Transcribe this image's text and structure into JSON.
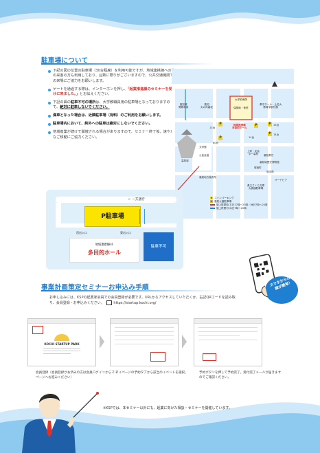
{
  "parking": {
    "heading": "駐車場について",
    "bullets": [
      {
        "text": "下記の図の位置の駐車場（30台程度）を利用可能ですが、地域連携棟への他の来客の方も利用しており、台数に限りがございますので、公共交通機関での来場にご協力をお願いします。"
      },
      {
        "pre": "ゲートを通過する際は、インターホンを押し、",
        "red": "「起業推進課のセミナーを受けに来ました。」",
        "post": "とお伝えください。"
      },
      {
        "pre": "下記の図の",
        "bold1": "駐車不可の場所",
        "mid": "は、大学教職員用の駐車場となっておりますので、",
        "bold2": "絶対に駐車しないでください。"
      },
      {
        "bold": "満車となった場合は、近隣駐車場（有料）のご利用をお願いします。"
      },
      {
        "bold": "駐車場内において、終外への駐車は絶対にしないでください。"
      },
      {
        "text": "地域産業が続けて開催される場合がありますので、セミナー終了後、速やかなご移動にご協力ください。"
      }
    ]
  },
  "map": {
    "river_label": "江ノ口川",
    "labels": {
      "a": "高知城\n警察本部",
      "b": "高知\n丸の内高校",
      "c": "大学前病院",
      "d": "保険局・食堂",
      "e": "県庁ホール・土佐大\n教育学部付属",
      "f": "地域連携棟\n多目的ホール",
      "g": "文学館",
      "h": "上町・北会\n中一高校",
      "i": "高知城",
      "j": "高知地方裁判所",
      "k": "高知城歴史博物館",
      "l": "追手前",
      "m": "オーテピア",
      "n": "県立さくら文庫\n大橋通駐車場",
      "o": "公民会館",
      "p": "城南町",
      "q": "高知県庁",
      "r": "13台",
      "s": "14台",
      "t": "80台",
      "u": "13台",
      "v": "14台"
    },
    "legend": [
      "コインパーキング",
      "高知公園駐車場",
      "施上駐車時 平日17時〜23時／休日7時〜20時",
      "施上終業可 休日7時〜20時"
    ]
  },
  "lot": {
    "road_label": "一方通行",
    "parking_label": "P駐車場",
    "west_entrance": "西出入口",
    "east_entrance": "東出入口",
    "building_small": "地域連携棟4F",
    "building_big": "多目的ホール",
    "no_parking": "駐車不可"
  },
  "registration": {
    "heading": "事業計画策定セミナーお申込み手順",
    "text_pre": "お申し込みには、KSPの起業家会員での会員登録が必要です。URLからアクセスしていただくか、右記QRコードを読み取り、会員登録・お申込みください。",
    "url": "https://startup.kochi.org/",
    "phone_text": "スマホからの登録が簡単！",
    "site_name": "KOCHI STARTUP PARK",
    "captions": [
      "会員登録（会員登録がお済みの方は会員ログインからマイページへお進みください）",
      "マイページの予約タブから該当のイベントを選択。",
      "予約ボタンを押して予約完了。受付完了メールが届きますのでご確認ください。"
    ],
    "footnote": "※KSPでは、本セミナー以外にも、起業に向けた相談・セミナーを開催しています。"
  },
  "colors": {
    "accent": "#1f7fd0",
    "red": "#e0302a",
    "wave_blue": "#8ec9f0",
    "wave_pale": "#cfe8fa",
    "parking_yellow": "#fbe400",
    "no_parking_blue": "#1f6fc8"
  }
}
